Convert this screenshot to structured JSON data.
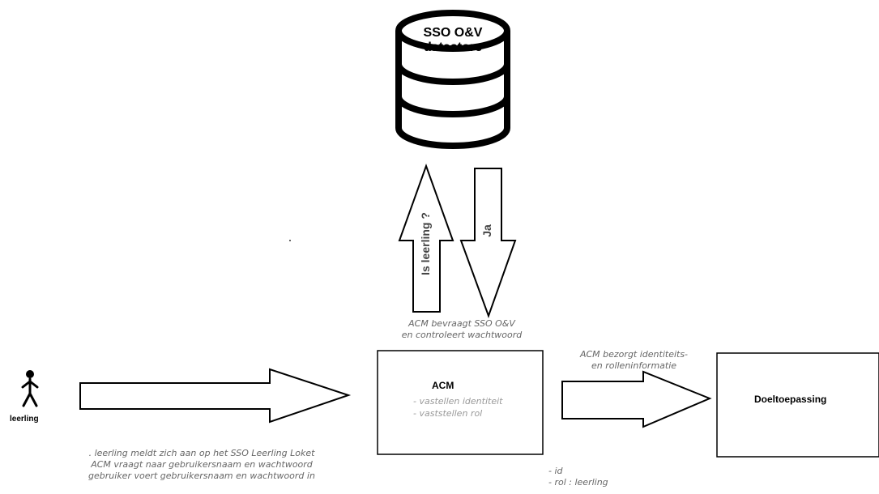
{
  "database": {
    "title_line1": "SSO O&V",
    "title_line2": "datastore"
  },
  "arrows": {
    "up_label": "Is leerling ?",
    "down_label": "Ja"
  },
  "acm_note": {
    "line1": "ACM bevraagt SSO O&V",
    "line2": "en controleert wachtwoord"
  },
  "acm_box": {
    "title": "ACM",
    "items": [
      "- vastellen identiteit",
      "- vaststellen rol"
    ]
  },
  "target_note": {
    "line1": "ACM bezorgt identiteits-",
    "line2": "en rolleninformatie"
  },
  "target_box": {
    "title": "Doeltoepassing"
  },
  "actor": {
    "label": "leerling"
  },
  "login_steps": [
    ". leerling meldt zich aan op het SSO Leerling Loket",
    "ACM vraagt naar gebruikersnaam en wachtwoord",
    "gebruiker voert gebruikersnaam en wachtwoord in"
  ],
  "output_attrs": [
    "- id",
    "- rol : leerling"
  ]
}
